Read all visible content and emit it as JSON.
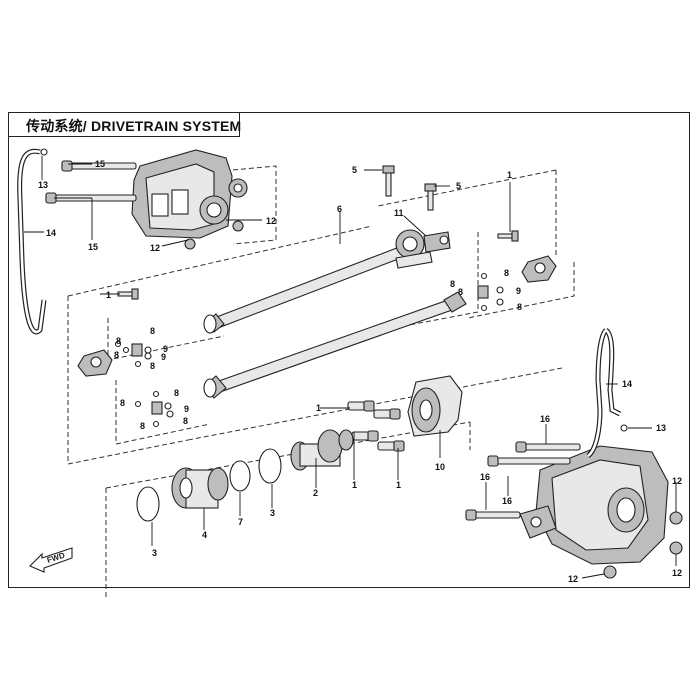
{
  "diagram": {
    "title": "传动系统/ DRIVETRAIN SYSTEM",
    "direction_label": "FWD",
    "callouts": [
      {
        "id": "c1",
        "text": "1"
      },
      {
        "id": "c2",
        "text": "1"
      },
      {
        "id": "c3",
        "text": "1"
      },
      {
        "id": "c4",
        "text": "1"
      },
      {
        "id": "c5",
        "text": "1"
      },
      {
        "id": "c6",
        "text": "2"
      },
      {
        "id": "c7",
        "text": "3"
      },
      {
        "id": "c8",
        "text": "3"
      },
      {
        "id": "c9",
        "text": "4"
      },
      {
        "id": "c10",
        "text": "5"
      },
      {
        "id": "c11",
        "text": "5"
      },
      {
        "id": "c12",
        "text": "6"
      },
      {
        "id": "c13",
        "text": "7"
      },
      {
        "id": "c14",
        "text": "8"
      },
      {
        "id": "c15",
        "text": "8"
      },
      {
        "id": "c16",
        "text": "8"
      },
      {
        "id": "c17",
        "text": "8"
      },
      {
        "id": "c18",
        "text": "8"
      },
      {
        "id": "c19",
        "text": "8"
      },
      {
        "id": "c20",
        "text": "8"
      },
      {
        "id": "c21",
        "text": "8"
      },
      {
        "id": "c22",
        "text": "8"
      },
      {
        "id": "c23",
        "text": "8"
      },
      {
        "id": "c24",
        "text": "8"
      },
      {
        "id": "c25",
        "text": "8"
      },
      {
        "id": "c26",
        "text": "9"
      },
      {
        "id": "c27",
        "text": "9"
      },
      {
        "id": "c28",
        "text": "9"
      },
      {
        "id": "c29",
        "text": "9"
      },
      {
        "id": "c30",
        "text": "10"
      },
      {
        "id": "c31",
        "text": "11"
      },
      {
        "id": "c32",
        "text": "12"
      },
      {
        "id": "c33",
        "text": "12"
      },
      {
        "id": "c34",
        "text": "12"
      },
      {
        "id": "c35",
        "text": "12"
      },
      {
        "id": "c36",
        "text": "12"
      },
      {
        "id": "c37",
        "text": "13"
      },
      {
        "id": "c38",
        "text": "13"
      },
      {
        "id": "c39",
        "text": "14"
      },
      {
        "id": "c40",
        "text": "14"
      },
      {
        "id": "c41",
        "text": "15"
      },
      {
        "id": "c42",
        "text": "15"
      },
      {
        "id": "c43",
        "text": "16"
      },
      {
        "id": "c44",
        "text": "16"
      },
      {
        "id": "c45",
        "text": "16"
      }
    ]
  }
}
